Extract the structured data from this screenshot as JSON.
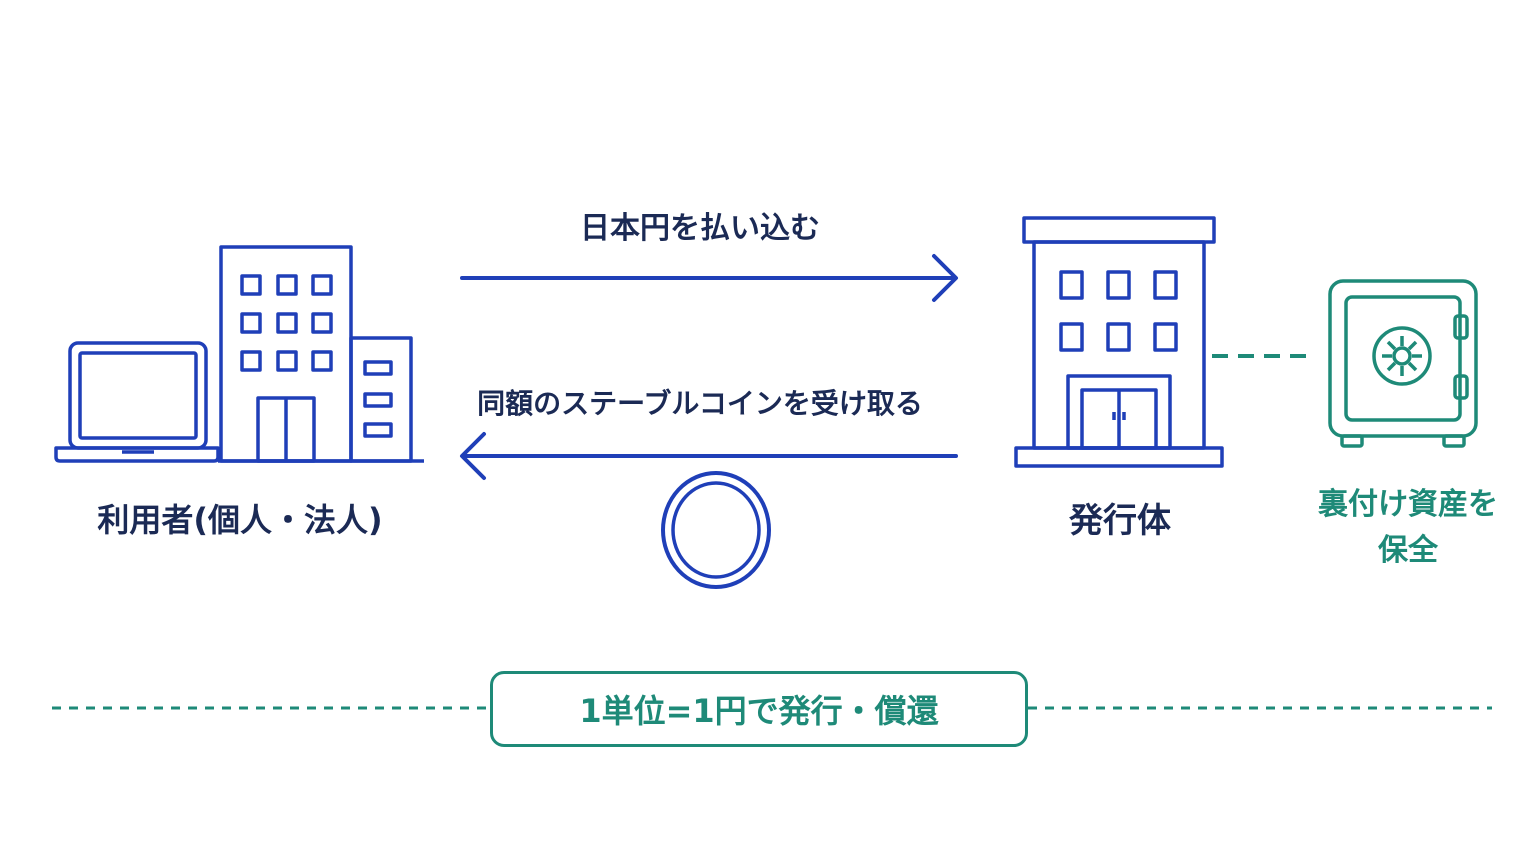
{
  "colors": {
    "navy": "#1b2a55",
    "blue": "#1f3fb8",
    "teal": "#1e8a78"
  },
  "flows": {
    "payment_label": "日本円を払い込む",
    "receive_label": "同額のステーブルコインを受け取る"
  },
  "actors": {
    "user_label": "利用者(個人・法人)",
    "issuer_label": "発行体"
  },
  "reserve": {
    "label_line1": "裏付け資産を",
    "label_line2": "保全"
  },
  "peg": {
    "label": "1単位=1円で発行・償還"
  },
  "icons": {
    "user": [
      "laptop-icon",
      "office-buildings-icon"
    ],
    "issuer": "issuer-building-icon",
    "reserve": "safe-icon",
    "token": "coin-icon"
  }
}
